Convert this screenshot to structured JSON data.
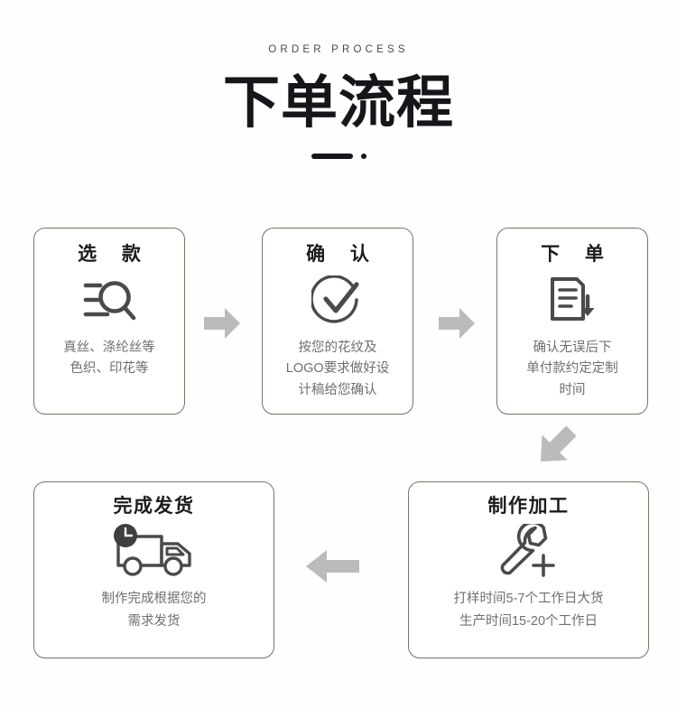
{
  "header": {
    "eyebrow": "ORDER PROCESS",
    "title": "下单流程",
    "divider_icon": "bar-dot-divider"
  },
  "colors": {
    "card_border": "#6c7b63",
    "title_text": "#15161a",
    "body_text": "#6f6f6f",
    "icon": "#4a4a4a",
    "arrow": "#b9bcba",
    "background": "#fefefe"
  },
  "steps": [
    {
      "id": 1,
      "title": "选 款",
      "icon": "search-list-icon",
      "desc": "真丝、涤纶丝等\n色织、印花等"
    },
    {
      "id": 2,
      "title": "确 认",
      "icon": "check-circle-icon",
      "desc": "按您的花纹及\nLOGO要求做好设\n计稿给您确认"
    },
    {
      "id": 3,
      "title": "下 单",
      "icon": "document-download-icon",
      "desc": "确认无误后下\n单付款约定定制\n时间"
    },
    {
      "id": 4,
      "title": "制作加工",
      "icon": "wrench-plus-icon",
      "desc": "打样时间5-7个工作日大货\n生产时间15-20个工作日"
    },
    {
      "id": 5,
      "title": "完成发货",
      "icon": "truck-clock-icon",
      "desc": "制作完成根据您的\n需求发货"
    }
  ],
  "arrows": [
    {
      "id": 1,
      "direction": "right",
      "name": "arrow-step1-to-step2"
    },
    {
      "id": 2,
      "direction": "right",
      "name": "arrow-step2-to-step3"
    },
    {
      "id": 3,
      "direction": "down-left",
      "name": "arrow-step3-to-step4"
    },
    {
      "id": 4,
      "direction": "left",
      "name": "arrow-step4-to-step5"
    }
  ]
}
